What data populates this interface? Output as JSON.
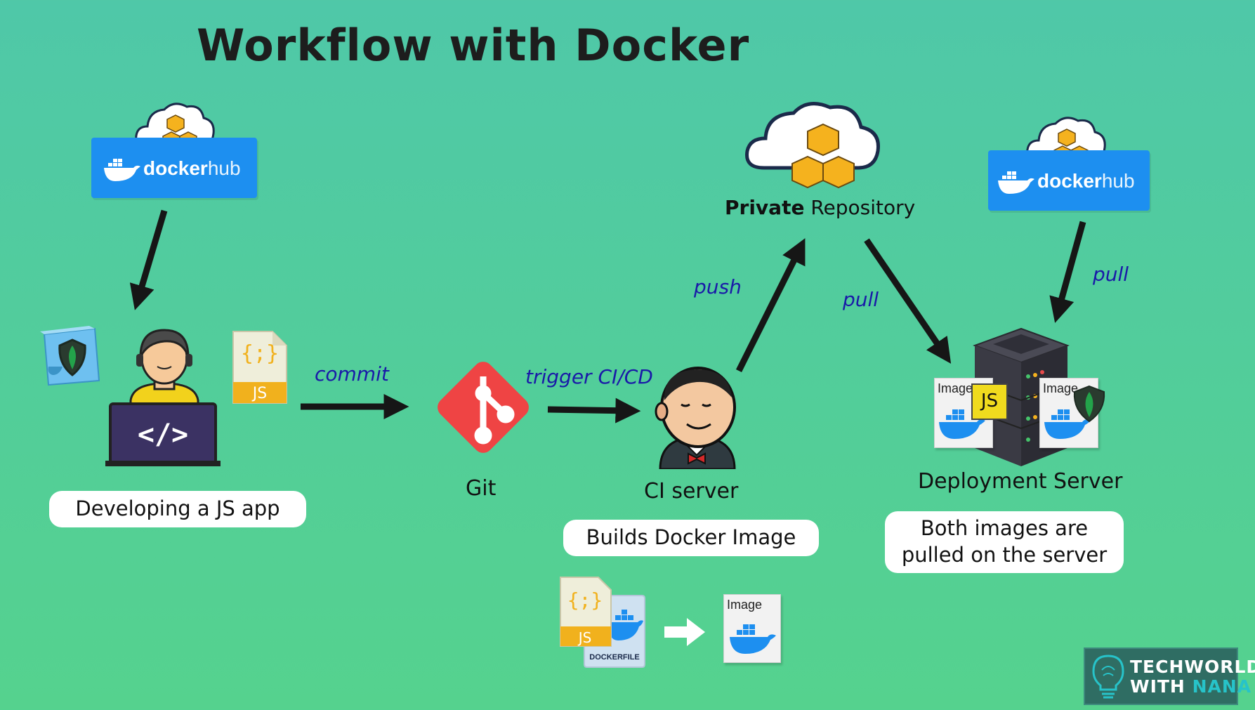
{
  "title": "Workflow with Docker",
  "dockerhub": {
    "brand": "docker",
    "suffix": "hub"
  },
  "private_repo": {
    "bold": "Private",
    "rest": " Repository"
  },
  "developer": {
    "caption": "Developing a JS app",
    "js_badge": "JS",
    "code_glyph": "</>",
    "js_braces": "{;}"
  },
  "git": {
    "label": "Git"
  },
  "ci": {
    "label": "CI server",
    "caption": "Builds Docker Image"
  },
  "deployment": {
    "label": "Deployment Server",
    "caption_line1": "Both images are",
    "caption_line2": "pulled on the server"
  },
  "arrows": {
    "commit": "commit",
    "trigger": "trigger CI/CD",
    "push": "push",
    "pull_private": "pull",
    "pull_hub": "pull"
  },
  "image_cards": {
    "label": "Image",
    "js_badge": "JS"
  },
  "build_row": {
    "js_braces": "{;}",
    "js_badge": "JS",
    "dockerfile": "DOCKERFILE",
    "image_label": "Image"
  },
  "logo": {
    "line1": "TECHWORLD",
    "line2_a": "WITH ",
    "line2_b": "NANA"
  },
  "colors": {
    "background_top": "#4fc8a8",
    "background_bottom": "#55d28e",
    "docker_blue": "#1d8ff0",
    "label_blue": "#1a1aa8",
    "git_red": "#ef4444",
    "box_orange": "#f5b21e",
    "mongo_green": "#23a34a"
  }
}
